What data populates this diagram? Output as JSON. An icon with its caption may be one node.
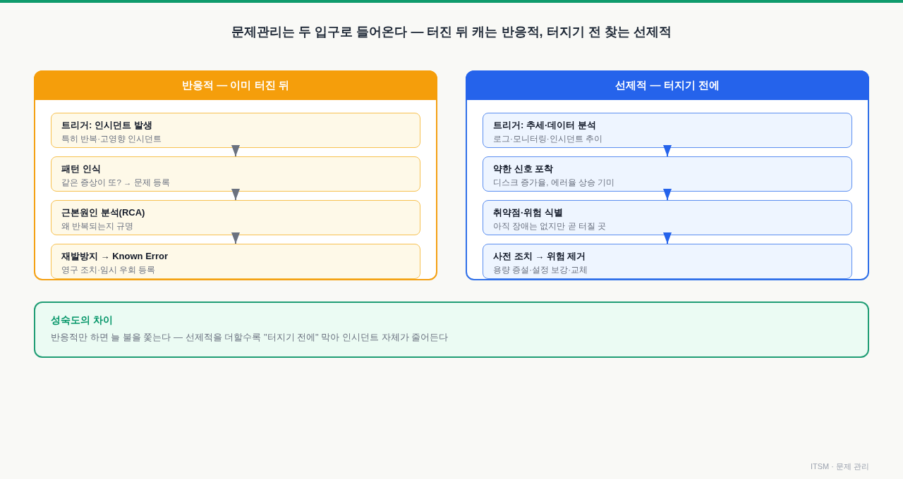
{
  "diagram": {
    "title": "문제관리는 두 입구로 들어온다 — 터진 뒤 캐는 반응적, 터지기 전 찾는 선제적",
    "nodes": [
      {
        "text": [
          "반응적 — 이미 터진 뒤"
        ]
      },
      {
        "text": [
          "트리거: 인시던트 발생",
          "특히 반복·고영향 인시던트"
        ],
        "in": 0
      },
      {
        "text": [
          "패턴 인식",
          "같은 증상이 또? → 문제 등록"
        ],
        "in": 0
      },
      {
        "text": [
          "근본원인 분석(RCA)",
          "왜 반복되는지 규명"
        ],
        "in": 0
      },
      {
        "text": [
          "재발방지 → Known Error",
          "영구 조치·임시 우회 등록"
        ],
        "in": 0
      },
      {
        "text": [
          "선제적 — 터지기 전에"
        ]
      },
      {
        "text": [
          "트리거: 추세·데이터 분석",
          "로그·모니터링·인시던트 추이"
        ],
        "in": 5
      },
      {
        "text": [
          "약한 신호 포착",
          "디스크 증가율, 에러율 상승 기미"
        ],
        "in": 5
      },
      {
        "text": [
          "취약점·위험 식별",
          "아직 장애는 없지만 곧 터질 곳"
        ],
        "in": 5
      },
      {
        "text": [
          "사전 조치 → 위험 제거",
          "용량 증설·설정 보강·교체"
        ],
        "in": 5
      },
      {
        "text": [
          "성숙도의 차이",
          "반응적만 하면 늘 불을 쫓는다 — 선제적을 더할수록 \"터지기 전에\" 막아 인시던트 자체가 줄어든다"
        ]
      }
    ],
    "edges": [
      {
        "from": 1,
        "to": 2,
        "arrow": "to",
        "color": "#6b7280"
      },
      {
        "from": 2,
        "to": 3,
        "arrow": "to",
        "color": "#6b7280"
      },
      {
        "from": 3,
        "to": 4,
        "arrow": "to",
        "color": "#6b7280"
      },
      {
        "from": 6,
        "to": 7,
        "arrow": "to",
        "color": "#2563eb"
      },
      {
        "from": 7,
        "to": 8,
        "arrow": "to",
        "color": "#2563eb"
      },
      {
        "from": 8,
        "to": 9,
        "arrow": "to",
        "color": "#2563eb"
      }
    ],
    "labels": [
      "ITSM · 문제 관리"
    ]
  }
}
